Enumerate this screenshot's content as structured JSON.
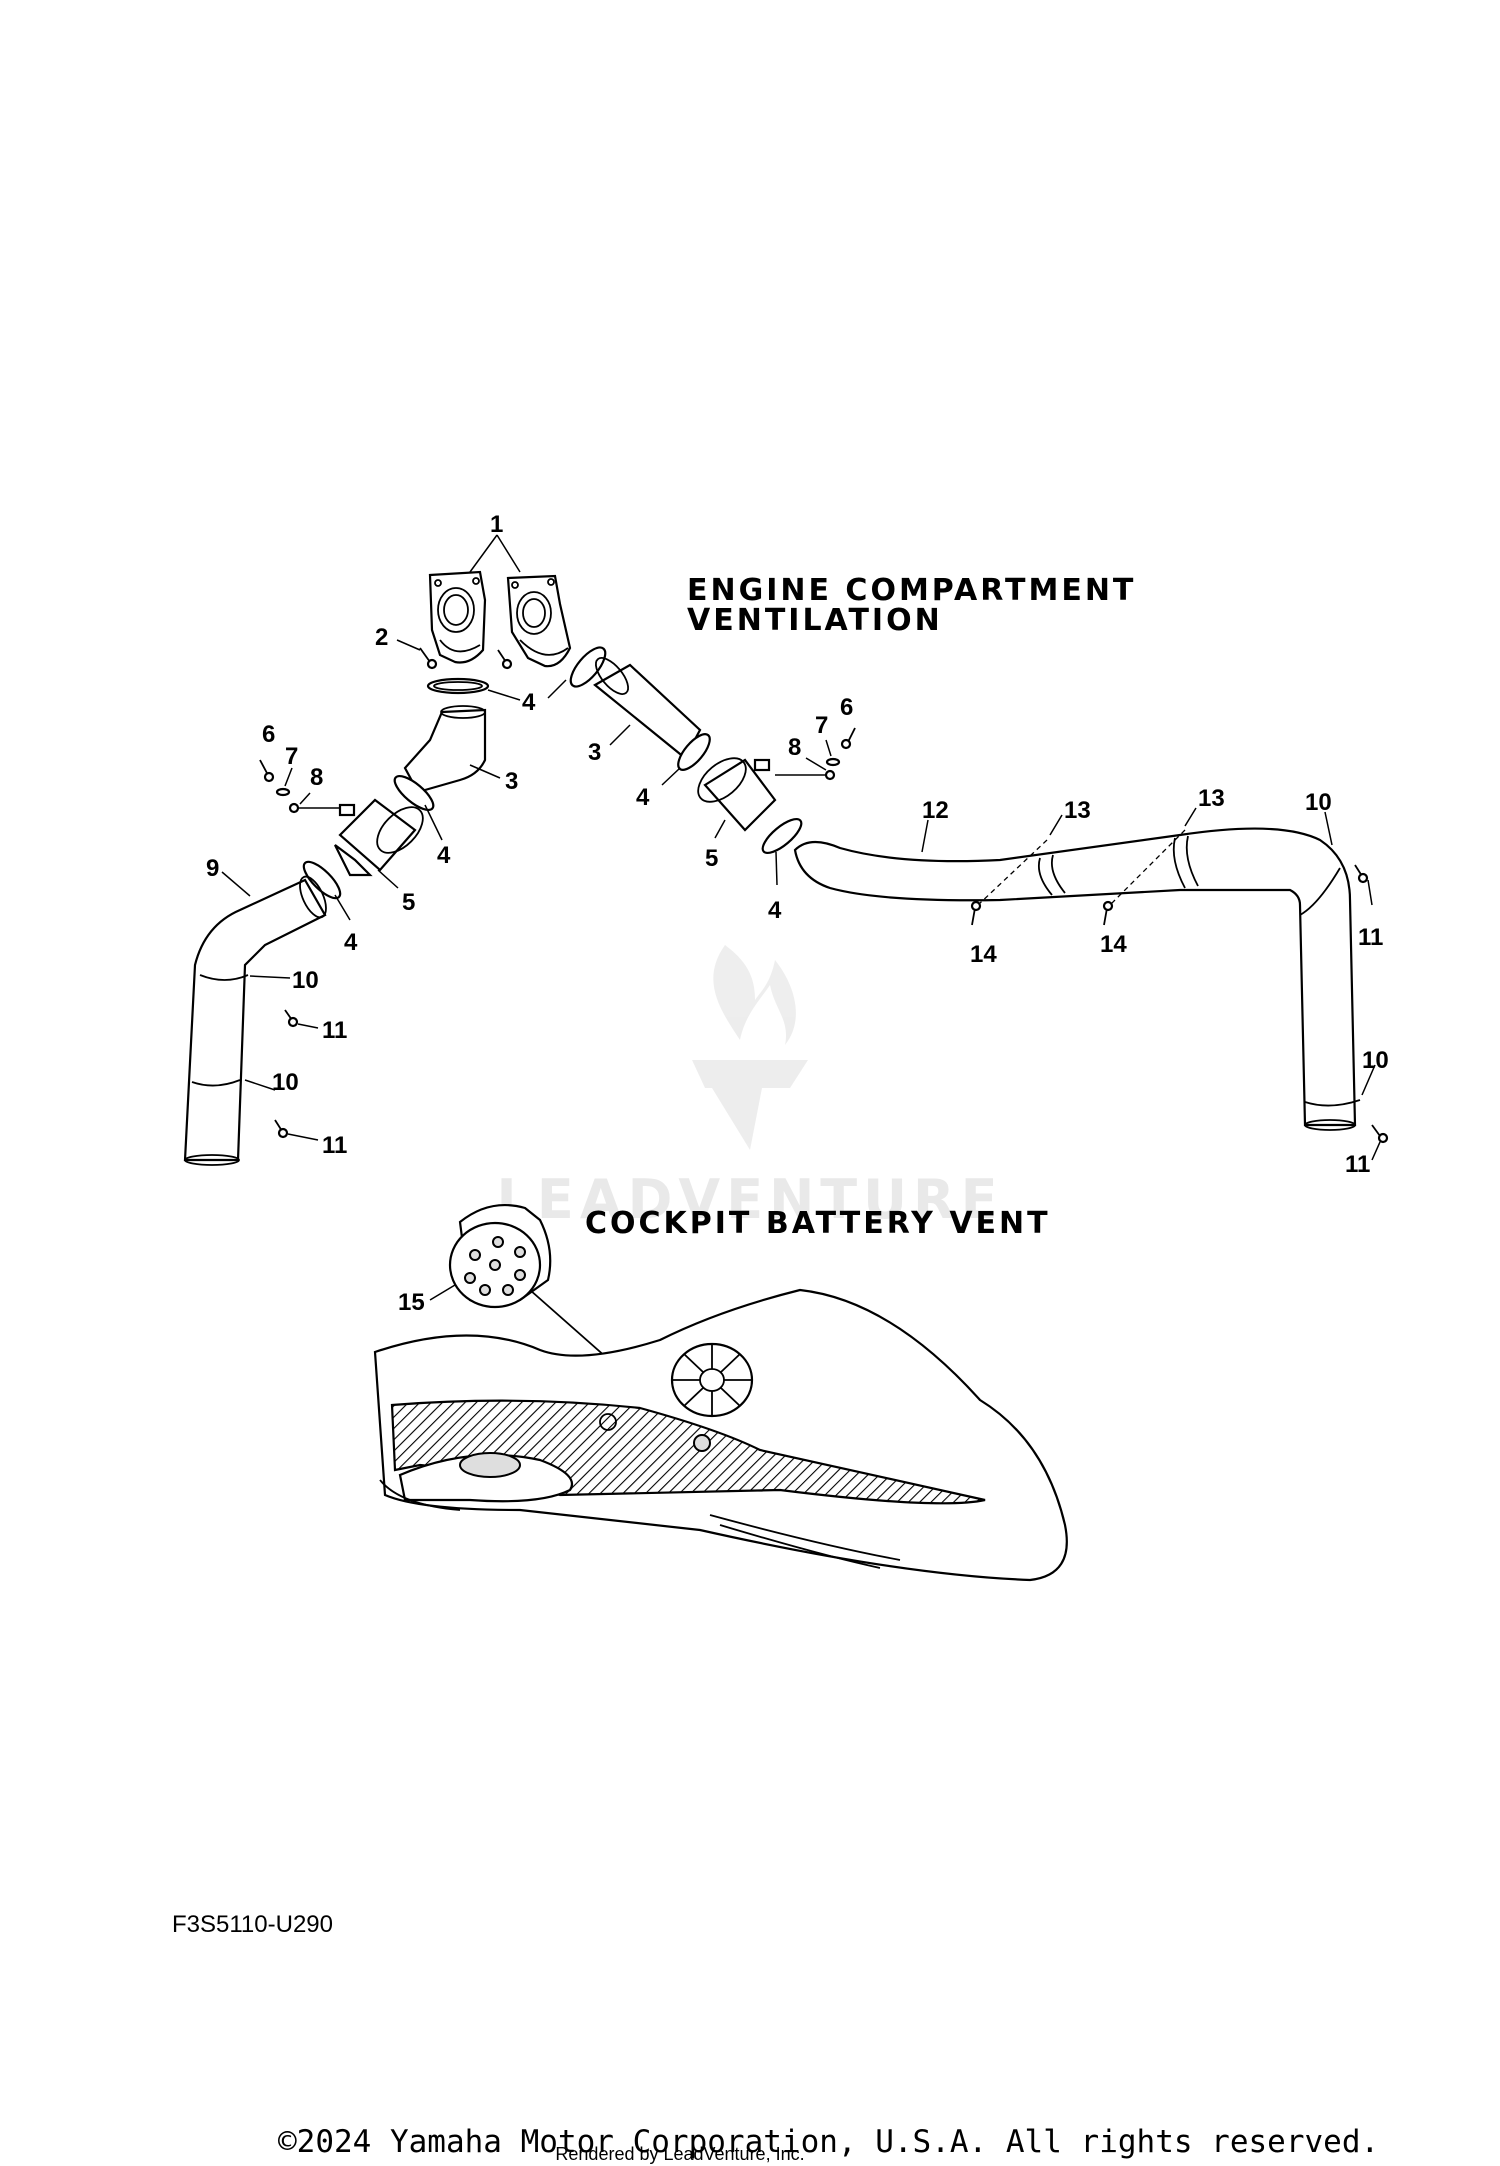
{
  "sections": {
    "engine_title_line1": "ENGINE COMPARTMENT",
    "engine_title_line2": "VENTILATION",
    "battery_title": "COCKPIT BATTERY VENT"
  },
  "callouts": {
    "c1": "1",
    "c2": "2",
    "c3a": "3",
    "c3b": "3",
    "c4a": "4",
    "c4b": "4",
    "c4c": "4",
    "c4d": "4",
    "c4e": "4",
    "c5a": "5",
    "c5b": "5",
    "c6a": "6",
    "c6b": "6",
    "c7a": "7",
    "c7b": "7",
    "c8a": "8",
    "c8b": "8",
    "c9": "9",
    "c10a": "10",
    "c10b": "10",
    "c10c": "10",
    "c10d": "10",
    "c11a": "11",
    "c11b": "11",
    "c11c": "11",
    "c11d": "11",
    "c12": "12",
    "c13a": "13",
    "c13b": "13",
    "c14a": "14",
    "c14b": "14",
    "c15": "15"
  },
  "drawing_code": "F3S5110-U290",
  "copyright": "©2024 Yamaha Motor Corporation, U.S.A. All rights reserved.",
  "rendered_by": "Rendered by LeadVenture, Inc.",
  "watermark": "LEADVENTURE",
  "icons": [
    "leadventure-logo-icon"
  ]
}
